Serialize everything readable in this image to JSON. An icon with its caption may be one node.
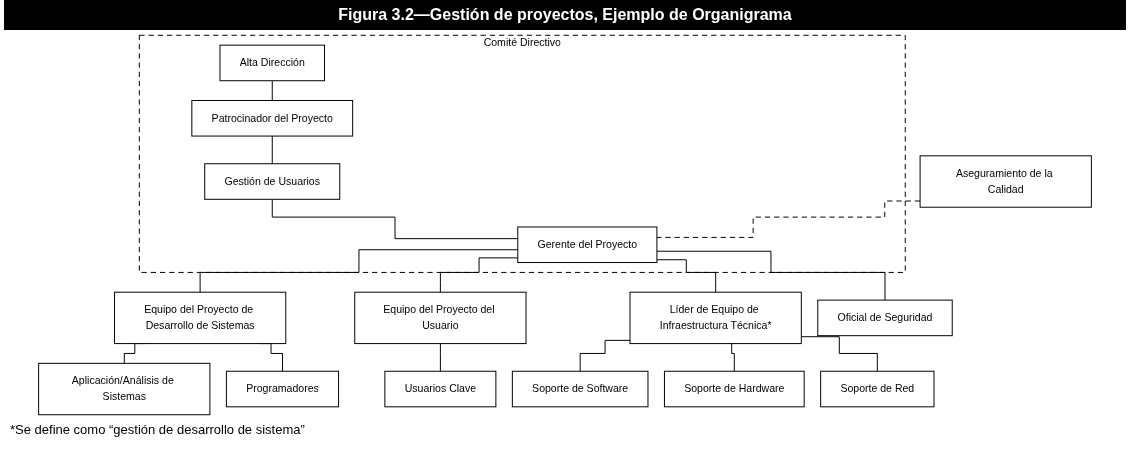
{
  "diagram": {
    "title": "Figura 3.2—Gestión de proyectos, Ejemplo de Organigrama",
    "nodes": [
      {
        "text": [
          "Comité Directivo"
        ]
      },
      {
        "text": [
          "Alta Dirección"
        ],
        "in": 0
      },
      {
        "text": [
          "Patrocinador del Proyecto"
        ],
        "in": 0
      },
      {
        "text": [
          "Gestión de Usuarios"
        ],
        "in": 0
      },
      {
        "text": [
          "Gerente del Proyecto"
        ],
        "in": 0
      },
      {
        "text": [
          "Aseguramiento de la Calidad"
        ]
      },
      {
        "text": [
          "Equipo del Proyecto de Desarrollo de Sistemas"
        ]
      },
      {
        "text": [
          "Equipo del Proyecto del Usuario"
        ]
      },
      {
        "text": [
          "Líder de Equipo de Infraestructura Técnica*"
        ]
      },
      {
        "text": [
          "Oficial de Seguridad"
        ]
      },
      {
        "text": [
          "Aplicación/Análisis de Sistemas"
        ]
      },
      {
        "text": [
          "Programadores"
        ]
      },
      {
        "text": [
          "Usuarios Clave"
        ]
      },
      {
        "text": [
          "Soporte de Software"
        ]
      },
      {
        "text": [
          "Soporte de Hardware"
        ]
      },
      {
        "text": [
          "Soporte de Red"
        ]
      }
    ],
    "edges": [
      {
        "from": 1,
        "to": 2,
        "arrow": "none"
      },
      {
        "from": 2,
        "to": 3,
        "arrow": "none"
      },
      {
        "from": 3,
        "to": 4,
        "arrow": "none"
      },
      {
        "from": 5,
        "to": 4,
        "arrow": "none",
        "style": "dashed"
      },
      {
        "from": 4,
        "to": 6,
        "arrow": "none"
      },
      {
        "from": 4,
        "to": 7,
        "arrow": "none"
      },
      {
        "from": 4,
        "to": 8,
        "arrow": "none"
      },
      {
        "from": 4,
        "to": 9,
        "arrow": "none"
      },
      {
        "from": 6,
        "to": 10,
        "arrow": "none"
      },
      {
        "from": 6,
        "to": 11,
        "arrow": "none"
      },
      {
        "from": 7,
        "to": 12,
        "arrow": "none"
      },
      {
        "from": 8,
        "to": 13,
        "arrow": "none"
      },
      {
        "from": 8,
        "to": 14,
        "arrow": "none"
      },
      {
        "from": 8,
        "to": 15,
        "arrow": "none"
      }
    ],
    "labels": [
      "*Se define como “gestión de desarrollo de sistema”"
    ]
  }
}
